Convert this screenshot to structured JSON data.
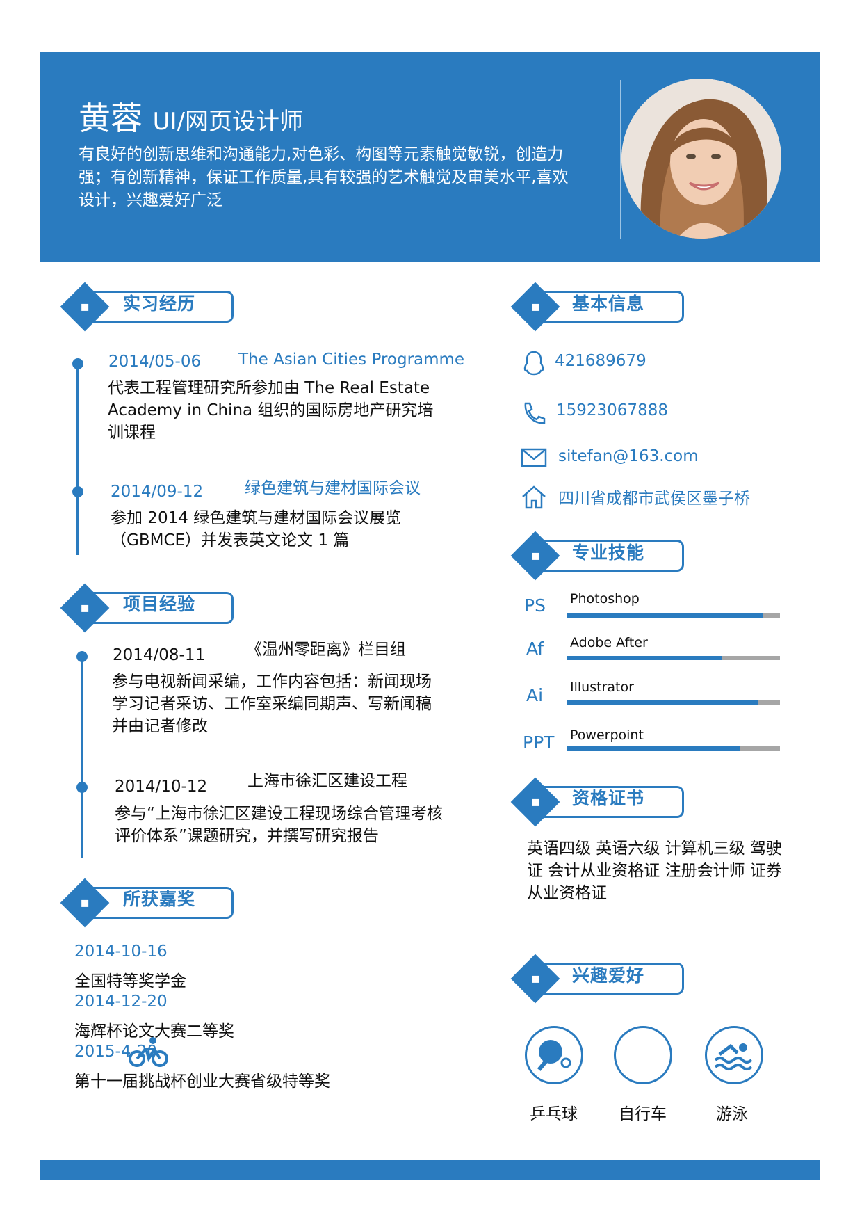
{
  "header": {
    "name": "黄蓉",
    "role": "UI/网页设计师",
    "summary": "有良好的创新思维和沟通能力,对色彩、构图等元素触觉敏锐，创造力强；有创新精神，保证工作质量,具有较强的艺术触觉及审美水平,喜欢设计，兴趣爱好广泛"
  },
  "sections": {
    "internship": "实习经历",
    "projects": "项目经验",
    "awards": "所获嘉奖",
    "basic_info": "基本信息",
    "skills": "专业技能",
    "certificates": "资格证书",
    "hobbies": "兴趣爱好"
  },
  "internship": [
    {
      "date": "2014/05-06",
      "org": "The Asian Cities Programme",
      "desc": "代表工程管理研究所参加由 The Real Estate Academy in China  组织的国际房地产研究培训课程"
    },
    {
      "date": "2014/09-12",
      "org": "绿色建筑与建材国际会议",
      "desc": "参加 2014 绿色建筑与建材国际会议展览（GBMCE）并发表英文论文 1 篇"
    }
  ],
  "projects": [
    {
      "date": "2014/08-11",
      "org": "《温州零距离》栏目组",
      "desc": "参与电视新闻采编，工作内容包括：新闻现场学习记者采访、工作室采编同期声、写新闻稿并由记者修改"
    },
    {
      "date": "2014/10-12",
      "org": "上海市徐汇区建设工程",
      "desc": "参与“上海市徐汇区建设工程现场综合管理考核评价体系”课题研究，并撰写研究报告"
    }
  ],
  "awards": [
    {
      "date": "2014-10-16",
      "text": "全国特等奖学金"
    },
    {
      "date": "2014-12-20",
      "text": "海辉杯论文大赛二等奖"
    },
    {
      "date": "2015-4-20",
      "text": "第十一届挑战杯创业大赛省级特等奖"
    }
  ],
  "contact": {
    "qq": "421689679",
    "phone": "15923067888",
    "email": "sitefan@163.com",
    "address": "四川省成都市武侯区墨子桥"
  },
  "skills": [
    {
      "abbr": "PS",
      "name": "Photoshop",
      "level": 0.92
    },
    {
      "abbr": "Af",
      "name": "Adobe After",
      "level": 0.73
    },
    {
      "abbr": "Ai",
      "name": "Illustrator",
      "level": 0.9
    },
    {
      "abbr": "PPT",
      "name": "Powerpoint",
      "level": 0.81
    }
  ],
  "certificates": "英语四级  英语六级  计算机三级 驾驶证  会计从业资格证  注册会计师  证券从业资格证",
  "hobbies": [
    {
      "name": "乒乓球",
      "icon": "ping-pong-icon"
    },
    {
      "name": "自行车",
      "icon": "bicycle-icon"
    },
    {
      "name": "游泳",
      "icon": "swimming-icon"
    }
  ],
  "colors": {
    "accent": "#2a7bbf"
  }
}
